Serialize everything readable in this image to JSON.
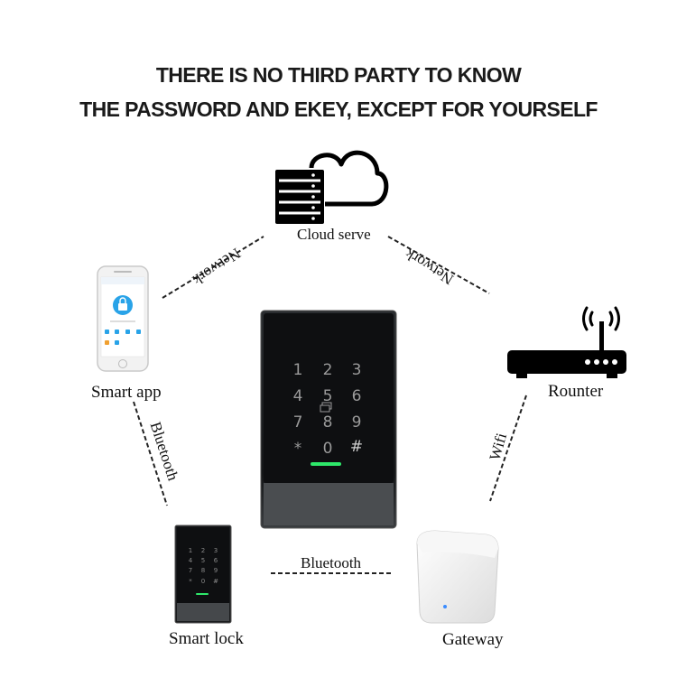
{
  "headline": {
    "line1": "THERE IS NO THIRD PARTY TO KNOW",
    "line2": "THE PASSWORD AND EKEY, EXCEPT FOR YOURSELF"
  },
  "nodes": {
    "cloud": {
      "label": "Cloud serve",
      "icon": "cloud-server-icon"
    },
    "router": {
      "label": "Rounter",
      "icon": "wifi-router-icon"
    },
    "app": {
      "label": "Smart app",
      "icon": "smartphone-icon"
    },
    "lock": {
      "label": "Smart lock",
      "icon": "keypad-lock-icon"
    },
    "gateway": {
      "label": "Gateway",
      "icon": "gateway-box-icon"
    }
  },
  "connections": {
    "app_cloud": "Network",
    "cloud_router": "Network",
    "app_lock": "Bluetooth",
    "lock_gateway": "Bluetooth",
    "router_gateway": "Wifi"
  },
  "keypad": {
    "keys": [
      "1",
      "2",
      "3",
      "4",
      "5",
      "6",
      "7",
      "8",
      "9",
      "*",
      "0",
      "#"
    ]
  },
  "colors": {
    "accent_green": "#2ee86a",
    "lock_body": "#1a1c1e",
    "app_blue": "#29a3e8"
  }
}
